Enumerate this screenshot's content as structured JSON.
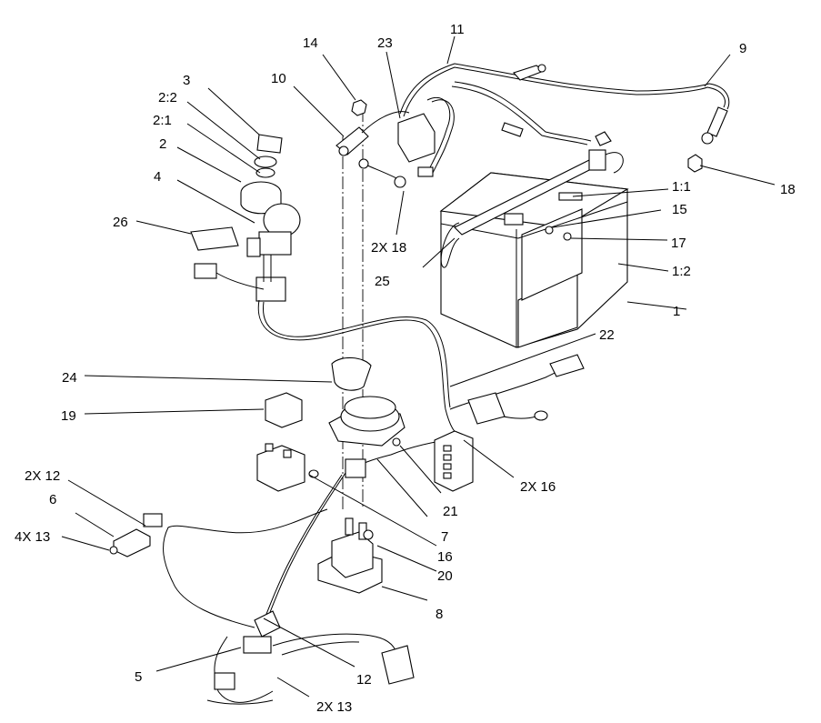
{
  "diagram": {
    "callouts": {
      "c1": "1",
      "c1_1": "1:1",
      "c1_2": "1:2",
      "c2": "2",
      "c2_1": "2:1",
      "c2_2": "2:2",
      "c3": "3",
      "c4": "4",
      "c5": "5",
      "c6": "6",
      "c7": "7",
      "c8": "8",
      "c9": "9",
      "c10": "10",
      "c11": "11",
      "c12": "12",
      "c12x2": "2X 12",
      "c13x2": "2X 13",
      "c13x4": "4X 13",
      "c14": "14",
      "c15": "15",
      "c16": "16",
      "c16x2": "2X 16",
      "c17": "17",
      "c18": "18",
      "c18x2": "2X 18",
      "c19": "19",
      "c20": "20",
      "c21": "21",
      "c22": "22",
      "c23": "23",
      "c24": "24",
      "c25": "25",
      "c26": "26"
    }
  }
}
